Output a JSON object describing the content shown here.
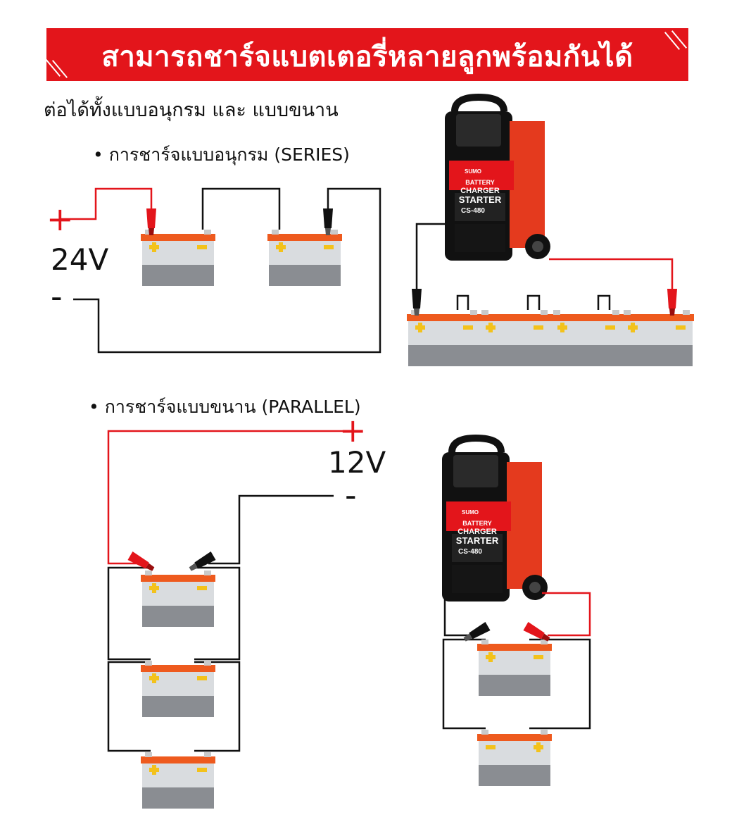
{
  "banner": {
    "title": "สามารถชาร์จแบตเตอรี่หลายลูกพร้อมกันได้",
    "color": "#e3151b"
  },
  "subtitle": "ต่อได้ทั้งแบบอนุกรม และ แบบขนาน",
  "series": {
    "heading": "• การชาร์จแบบอนุกรม (SERIES)",
    "voltage": "24V",
    "plus": "+",
    "minus": "-"
  },
  "parallel": {
    "heading": "• การชาร์จแบบขนาน (PARALLEL)",
    "voltage": "12V",
    "plus": "+",
    "minus": "-"
  },
  "charger": {
    "brand": "SUMO",
    "line1": "BATTERY",
    "line2": "CHARGER",
    "line3": "STARTER",
    "model": "CS-480"
  },
  "colors": {
    "positive_wire": "#e3151b",
    "negative_wire": "#111111",
    "battery_top": "#ee5a1e",
    "battery_body": "#d9dcdf",
    "battery_bottom": "#8a8d92",
    "terminal": "#f3c21b",
    "charger_body": "#1a1a1a",
    "charger_side": "#e43a1e"
  }
}
